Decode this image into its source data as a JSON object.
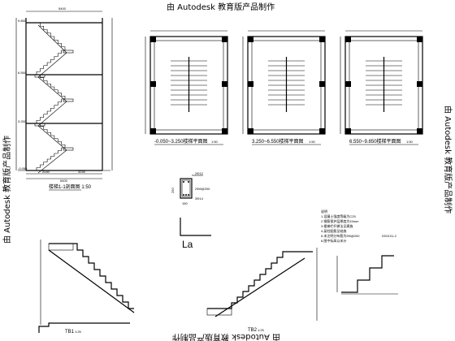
{
  "watermark": {
    "top": "由 Autodesk 教育版产品制作",
    "left": "由 Autodesk 教育版产品制作",
    "right": "由 Autodesk 教育版产品制作",
    "bottom": "由 Autodesk 教育版产品制作"
  },
  "section": {
    "title": "楼梯1-1剖面图 1:50",
    "top_dim": "5400",
    "bottom_dims": [
      "2040",
      "3240"
    ],
    "bottom_total": "5400",
    "levels": [
      "9.850",
      "6.550",
      "3.250",
      "-0.050"
    ]
  },
  "plans": [
    {
      "caption": "-0.050~3.250楼梯平面图",
      "scale": "1:50"
    },
    {
      "caption": "3.250~6.550楼梯平面图",
      "scale": "1:50"
    },
    {
      "caption": "6.550~9.850楼梯平面图",
      "scale": "1:50"
    }
  ],
  "beam_detail": {
    "dims": [
      "2Φ12",
      "2Φ8@200",
      "3Φ14"
    ],
    "height": "250",
    "width": "150",
    "label": "La"
  },
  "stairs": [
    {
      "label": "TB1",
      "scale": "1:25"
    },
    {
      "label": "TB2",
      "scale": "1:25"
    }
  ],
  "notes": {
    "lines": [
      "说明",
      "1.混凝土强度等级为C25",
      "2.钢筋保护层厚度为15mm",
      "3.楼梯栏杆做法见建施",
      "4.梁柱配筋见结施",
      "5.未注明分布筋为Φ8@200",
      "6.图中标高以米计"
    ],
    "ref": "03G101-2"
  }
}
